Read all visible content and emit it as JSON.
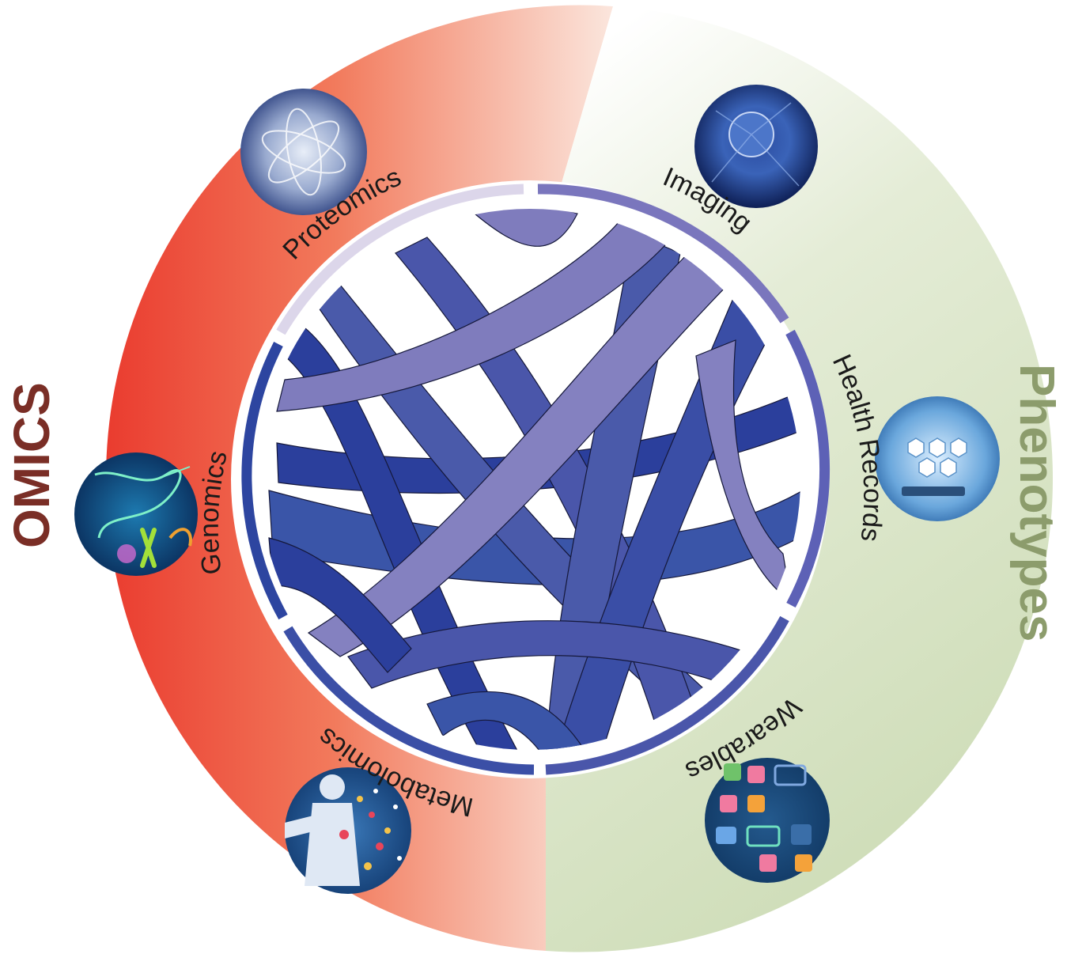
{
  "groups": {
    "omics": {
      "label": "OMICS",
      "color": "#7a2e26"
    },
    "phenotypes": {
      "label": "Phenotypes",
      "color": "#8c9c6c"
    }
  },
  "segments": [
    {
      "key": "proteomics",
      "label": "Proteomics",
      "color": "#d8d4e8",
      "icon": "protein-network-micrograph-icon"
    },
    {
      "key": "imaging",
      "label": "Imaging",
      "color": "#7a76bd",
      "icon": "cell-microscopy-icon"
    },
    {
      "key": "health_records",
      "label": "Health Records",
      "color": "#5d61b6",
      "icon": "digital-health-records-icon"
    },
    {
      "key": "wearables",
      "label": "Wearables",
      "color": "#4a56aa",
      "icon": "wearable-apps-icon"
    },
    {
      "key": "metabolomics",
      "label": "Metabolomics",
      "color": "#3b4fa6",
      "icon": "human-metabolism-icon"
    },
    {
      "key": "genomics",
      "label": "Genomics",
      "color": "#2d45a0",
      "icon": "dna-chromosome-icon"
    }
  ],
  "colors": {
    "omics_gradient_start": "#ea3c2f",
    "omics_gradient_end": "#fbe4da",
    "phenotypes_gradient_start": "#ffffff",
    "phenotypes_gradient_end": "#cddcb6",
    "ribbon_palette": [
      "#2b3f9c",
      "#3a55a8",
      "#4a5aaa",
      "#5b5fb0",
      "#7f7cbd",
      "#8481c0"
    ]
  }
}
